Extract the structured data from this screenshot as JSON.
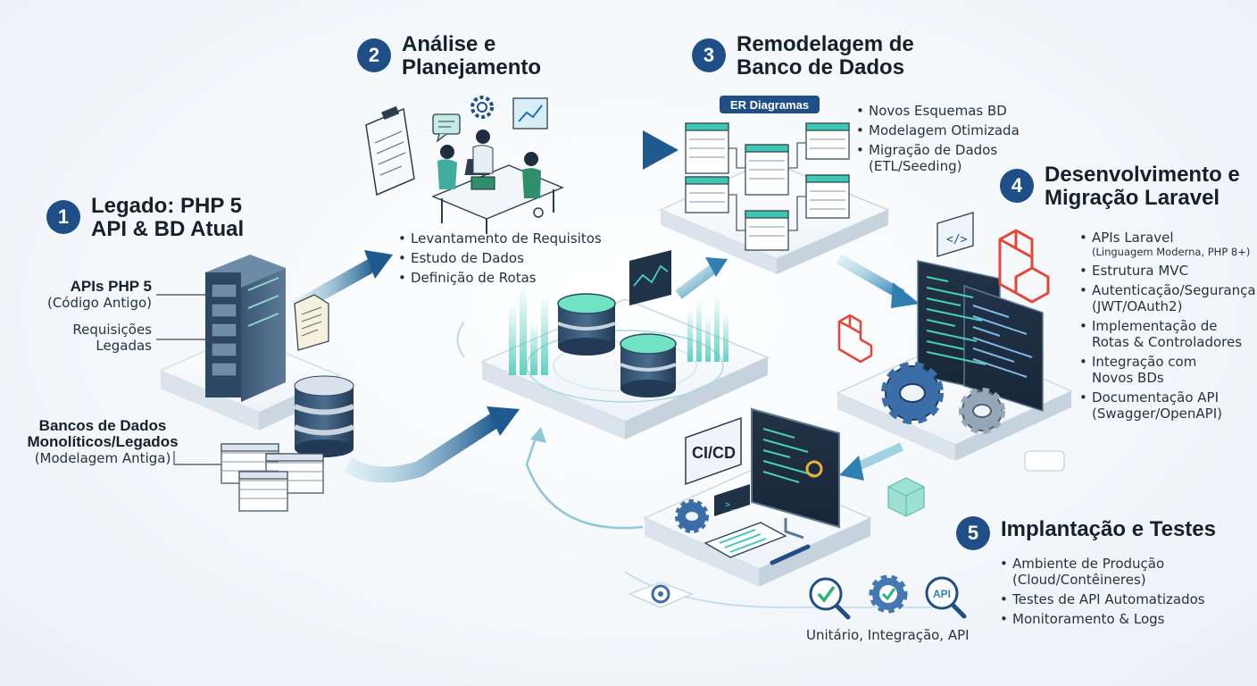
{
  "steps": [
    {
      "num": "1",
      "title_lines": [
        "Legado: PHP 5",
        "API & BD Atual"
      ]
    },
    {
      "num": "2",
      "title_lines": [
        "Análise e",
        "Planejamento"
      ]
    },
    {
      "num": "3",
      "title_lines": [
        "Remodelagem de",
        "Banco de Dados"
      ]
    },
    {
      "num": "4",
      "title_lines": [
        "Desenvolvimento e",
        "Migração Laravel"
      ]
    },
    {
      "num": "5",
      "title_lines": [
        "Implantação e Testes"
      ]
    }
  ],
  "legacy": {
    "apis": {
      "title": "APIs PHP 5",
      "subtitle": "(Código Antigo)"
    },
    "requests": [
      "Requisições",
      "Legadas"
    ],
    "databases": {
      "title_lines": [
        "Bancos de Dados",
        "Monolíticos/Legados"
      ],
      "subtitle": "(Modelagem Antiga)"
    }
  },
  "analysis": {
    "bullets": [
      "Levantamento de Requisitos",
      "Estudo de Dados",
      "Definição de Rotas"
    ]
  },
  "remodel": {
    "badge": "ER Diagramas",
    "bullets": [
      [
        "Novos Esquemas BD"
      ],
      [
        "Modelagem Otimizada"
      ],
      [
        "Migração de Dados",
        "(ETL/Seeding)"
      ]
    ]
  },
  "laravel": {
    "bullets": [
      {
        "main": "APIs Laravel",
        "sub": "(Linguagem Moderna, PHP 8+)"
      },
      {
        "lines": [
          "Estrutura MVC"
        ]
      },
      {
        "lines": [
          "Autenticação/Segurança",
          "(JWT/OAuth2)"
        ]
      },
      {
        "lines": [
          "Implementação de",
          "Rotas & Controladores"
        ]
      },
      {
        "lines": [
          "Integração com",
          "Novos BDs"
        ]
      },
      {
        "lines": [
          "Documentação API",
          "(Swagger/OpenAPI)"
        ]
      }
    ]
  },
  "deploy": {
    "bullets": [
      [
        "Ambiente de Produção",
        "(Cloud/Contêineres)"
      ],
      [
        "Testes de API Automatizados"
      ],
      [
        "Monitoramento & Logs"
      ]
    ],
    "cicd_label": "CI/CD",
    "tests_caption": "Unitário, Integração, API",
    "api_badge": "API"
  },
  "icons": [
    "server-icon",
    "database-icon",
    "document-icon",
    "clipboard-icon",
    "chat-icon",
    "gear-icon",
    "chart-icon",
    "team-meeting-icon",
    "code-tag-icon",
    "laravel-logo-icon",
    "monitor-icon",
    "magnifier-check-icon",
    "gear-check-icon",
    "api-search-icon",
    "cube-icon",
    "sync-icon"
  ],
  "colors": {
    "primary": "#1f4f86",
    "accent": "#3fc7b4",
    "laravel": "#e5463a",
    "platform": "#f4f8fb",
    "arrow": "#2d6ca3"
  }
}
